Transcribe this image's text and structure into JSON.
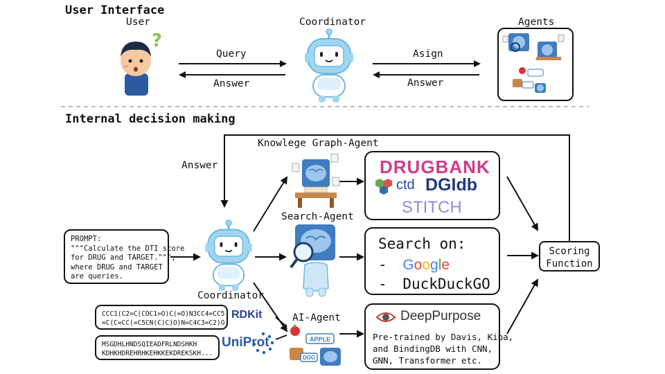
{
  "top": {
    "title": "User Interface",
    "user_label": "User",
    "coordinator_label": "Coordinator",
    "agents_label": "Agents",
    "query_label": "Query",
    "answer_label": "Answer",
    "assign_label": "Asign",
    "answer2_label": "Answer"
  },
  "bottom": {
    "title": "Internal decision making",
    "answer_label": "Answer",
    "coordinator_label": "Coordinator",
    "kg_agent_label": "Knowlege Graph-Agent",
    "search_agent_label": "Search-Agent",
    "ai_agent_label": "AI-Agent",
    "prompt": {
      "lines": [
        "PROMPT:",
        "\"\"\"Calculate the DTI score",
        "for DRUG and TARGET.\"\"\",",
        "where DRUG and TARGET",
        "are queries."
      ]
    },
    "smiles": {
      "lines": [
        "CCC1(C2=C(COC1=O)C(=O)N3CC4=CC5",
        "=C(C=CC(=C5CN(C)C)O)N=C4C3=C2)O"
      ],
      "logo": "RDKit"
    },
    "sequence": {
      "lines": [
        "MSGDHLHNDSQIEADFRLNDSHKH",
        "KDHKHDREHRHKEHKKEKDREKSKH..."
      ],
      "logo": "UniProt"
    },
    "kg_box": {
      "drugbank": "DRUGBANK",
      "ctd": "ctd",
      "dgidb": "DGIdb",
      "stitch": "STITCH"
    },
    "search_box": {
      "title": "Search on:",
      "item1_dash": "-",
      "item1": "Google",
      "item2_dash": "-",
      "item2": "DuckDuckGO"
    },
    "ai_box": {
      "logo": "DeepPurpose",
      "lines": [
        "Pre-trained by Davis, Kiba,",
        "and BindingDB with CNN,",
        "GNN, Transformer etc."
      ]
    },
    "scoring": {
      "line1": "Scoring",
      "line2": "Function"
    }
  },
  "icons": {
    "user": "confused-person-icon",
    "question": "question-mark-icon",
    "coordinator": "robot-icon",
    "agents": "agents-collage-icon",
    "kg_agent": "brain-at-desk-icon",
    "search_agent": "brain-magnifier-icon",
    "ai_agent": "brain-flashcards-icon",
    "ctd": "ctd-hexagon-icon",
    "uniprot": "uniprot-dots-icon",
    "deeppurpose": "deeppurpose-eye-icon"
  },
  "colors": {
    "robot": "#9fd6f2",
    "brain": "#3f7cc0",
    "google_blue": "#4285f4",
    "google_red": "#ea4335",
    "google_yellow": "#fbbc05",
    "google_green": "#34a853"
  }
}
